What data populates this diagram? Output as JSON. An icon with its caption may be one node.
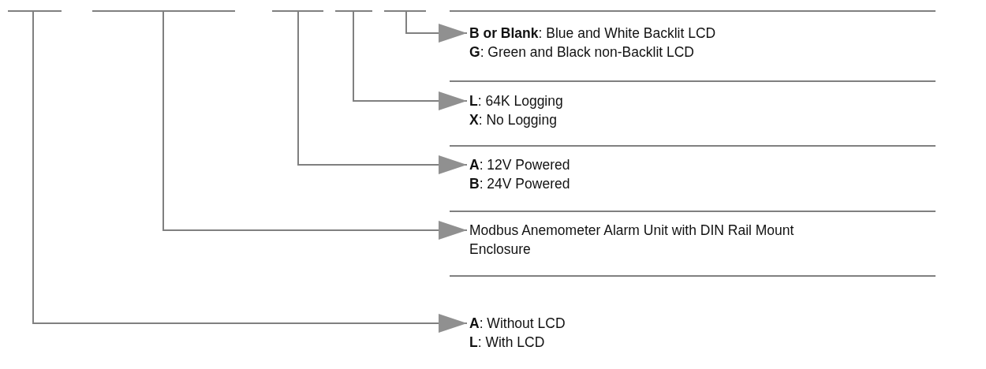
{
  "diagram": {
    "nodes": [
      {
        "text": [],
        "shape": "bar"
      },
      {
        "text": [],
        "shape": "bar"
      },
      {
        "text": [],
        "shape": "bar"
      },
      {
        "text": [],
        "shape": "bar"
      },
      {
        "text": [],
        "shape": "bar"
      },
      {
        "text": [
          "**B or Blank**: Blue and White Backlit LCD",
          "**G**: Green and Black non-Backlit LCD"
        ]
      },
      {
        "text": [
          "**L**: 64K Logging",
          "**X**: No Logging"
        ]
      },
      {
        "text": [
          "**A**: 12V Powered",
          "**B**: 24V Powered"
        ]
      },
      {
        "text": [
          "Modbus Anemometer Alarm Unit with DIN Rail Mount Enclosure"
        ]
      },
      {
        "text": [
          "**A**: Without LCD",
          "**L**: With LCD"
        ]
      }
    ],
    "edges": [
      {
        "from": 4,
        "to": 5,
        "arrow": "to"
      },
      {
        "from": 3,
        "to": 6,
        "arrow": "to"
      },
      {
        "from": 2,
        "to": 7,
        "arrow": "to"
      },
      {
        "from": 1,
        "to": 8,
        "arrow": "to"
      },
      {
        "from": 0,
        "to": 9,
        "arrow": "to"
      }
    ]
  }
}
